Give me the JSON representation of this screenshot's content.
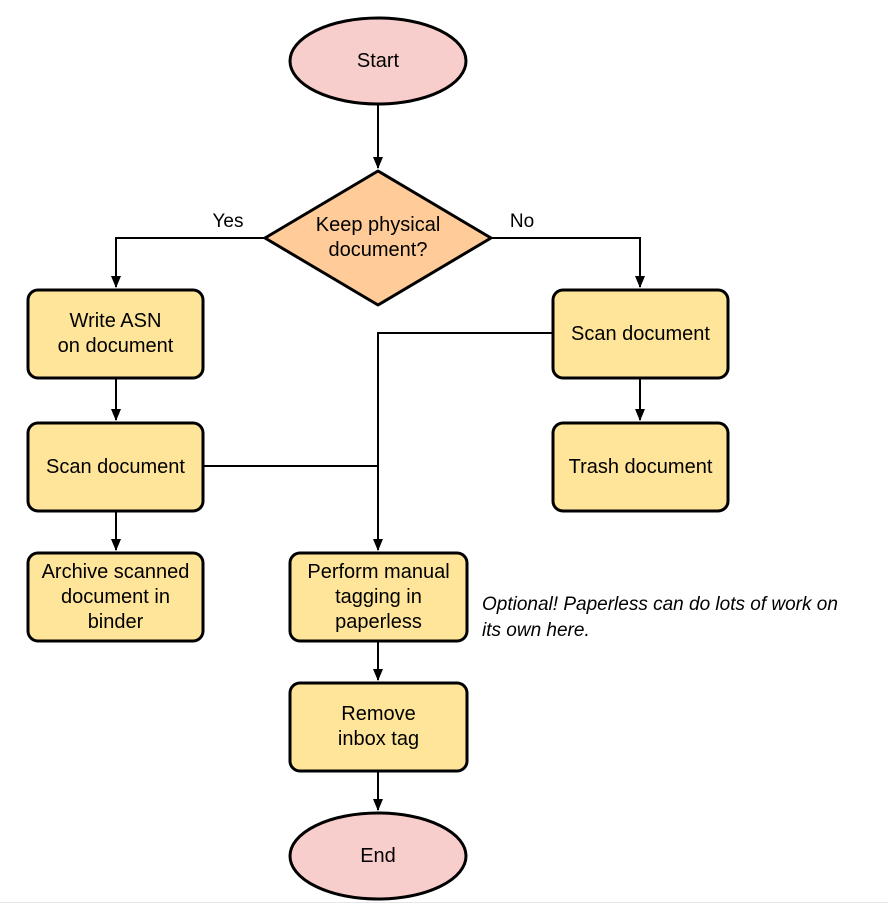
{
  "colors": {
    "terminal_fill": "#f8cecc",
    "decision_fill": "#ffcc99",
    "process_fill": "#ffe599",
    "stroke": "#000000"
  },
  "nodes": {
    "start": {
      "label": "Start"
    },
    "decision": {
      "label": "Keep physical\ndocument?"
    },
    "write_asn": {
      "label": "Write ASN\non document"
    },
    "scan_left": {
      "label": "Scan document"
    },
    "archive": {
      "label": "Archive scanned\ndocument in\nbinder"
    },
    "scan_right": {
      "label": "Scan document"
    },
    "trash": {
      "label": "Trash document"
    },
    "tagging": {
      "label": "Perform manual\ntagging in\npaperless"
    },
    "remove_inbox": {
      "label": "Remove\ninbox tag"
    },
    "end": {
      "label": "End"
    }
  },
  "edge_labels": {
    "yes": "Yes",
    "no": "No"
  },
  "annotation": {
    "text": "Optional! Paperless can do lots of work on\nits own here."
  }
}
